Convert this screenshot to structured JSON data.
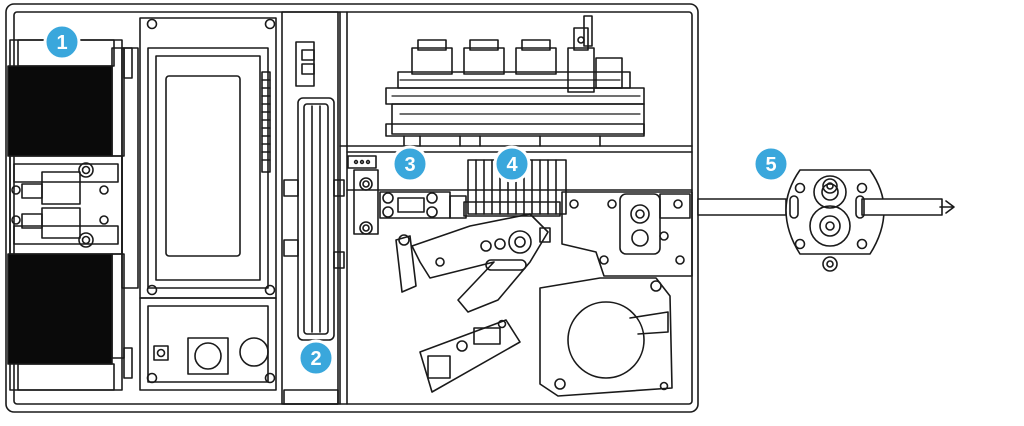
{
  "colors": {
    "line": "#1a1a1a",
    "fill": "#ffffff",
    "solid": "#0a0a0a",
    "callout": "#3aa7dc",
    "callout_ring": "#ffffff"
  },
  "callouts": [
    {
      "label": "1"
    },
    {
      "label": "2"
    },
    {
      "label": "3"
    },
    {
      "label": "4"
    },
    {
      "label": "5"
    }
  ]
}
